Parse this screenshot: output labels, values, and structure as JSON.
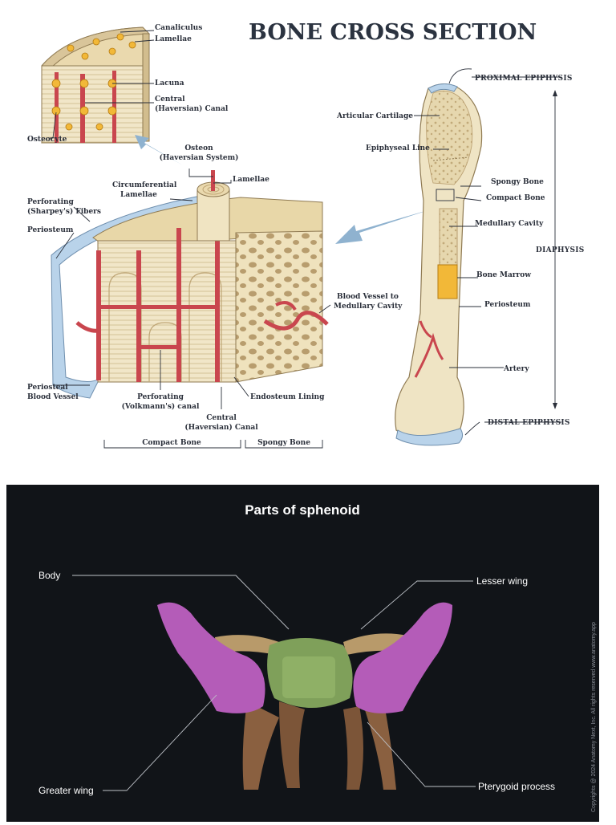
{
  "bone_cross_section": {
    "title": "BONE CROSS SECTION",
    "labels": {
      "canaliculus": "Canaliculus",
      "lamellae_top": "Lamellae",
      "lacuna": "Lacuna",
      "central_canal_top_1": "Central",
      "central_canal_top_2": "(Haversian) Canal",
      "osteocyte": "Osteocyte",
      "osteon_1": "Osteon",
      "osteon_2": "(Haversian System)",
      "lamellae": "Lamellae",
      "circumferential_1": "Circumferential",
      "circumferential_2": "Lamellae",
      "perforating_fibers_1": "Perforating",
      "perforating_fibers_2": "(Sharpey's) Fibers",
      "periosteum_left": "Periosteum",
      "blood_vessel_1": "Blood Vessel to",
      "blood_vessel_2": "Medullary Cavity",
      "periosteal_vessel_1": "Periosteal",
      "periosteal_vessel_2": "Blood Vessel",
      "volkmann_1": "Perforating",
      "volkmann_2": "(Volkmann's) canal",
      "endosteum": "Endosteum Lining",
      "central_canal_bottom_1": "Central",
      "central_canal_bottom_2": "(Haversian) Canal",
      "compact_bone_bracket": "Compact Bone",
      "spongy_bone_bracket": "Spongy Bone",
      "proximal_epiphysis": "PROXIMAL EPIPHYSIS",
      "articular_cartilage": "Articular Cartilage",
      "epiphyseal_line": "Epiphyseal Line",
      "spongy_bone": "Spongy Bone",
      "compact_bone": "Compact Bone",
      "medullary_cavity": "Medullary Cavity",
      "diaphysis": "DIAPHYSIS",
      "bone_marrow": "Bone Marrow",
      "periosteum_right": "Periosteum",
      "artery": "Artery",
      "distal_epiphysis": "DISTAL EPIPHYSIS"
    }
  },
  "sphenoid": {
    "title": "Parts of sphenoid",
    "labels": {
      "body": "Body",
      "lesser_wing": "Lesser wing",
      "greater_wing": "Greater wing",
      "pterygoid_process": "Pterygoid process"
    },
    "copyright": "Copyrights @ 2024 Anatomy Next, Inc. All rights reserved www.anatomy.app"
  },
  "colors": {
    "bone": "#efe4c4",
    "bone_dark": "#d9c79a",
    "vessel": "#c9464e",
    "periosteum": "#b9d3ea",
    "arrow": "#8fb2cf",
    "marrow": "#f2b838",
    "sphenoid_body": "#7fa05a",
    "sphenoid_wing": "#b45cb8",
    "sphenoid_lesser": "#b89a6a",
    "sphenoid_pterygoid": "#8a6040"
  }
}
